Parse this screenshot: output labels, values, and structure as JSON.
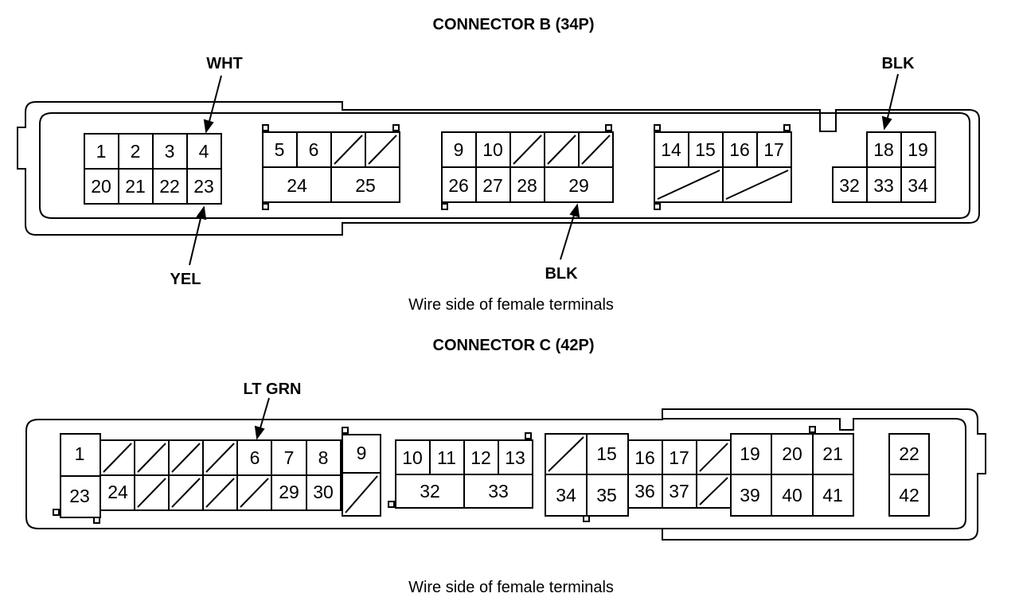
{
  "connector_b": {
    "title": "CONNECTOR B (34P)",
    "caption": "Wire side of female terminals",
    "wire_colors": {
      "pin4": "WHT",
      "pin23": "YEL",
      "pin29": "BLK",
      "pin18": "BLK"
    },
    "pins": [
      "1",
      "2",
      "3",
      "4",
      "20",
      "21",
      "22",
      "23",
      "5",
      "6",
      "24",
      "25",
      "9",
      "10",
      "26",
      "27",
      "28",
      "29",
      "14",
      "15",
      "16",
      "17",
      "18",
      "19",
      "32",
      "33",
      "34"
    ]
  },
  "connector_c": {
    "title": "CONNECTOR C (42P)",
    "caption": "Wire side of female terminals",
    "wire_colors": {
      "pin6": "LT GRN"
    },
    "pins": [
      "1",
      "23",
      "24",
      "6",
      "7",
      "8",
      "29",
      "30",
      "9",
      "10",
      "11",
      "12",
      "13",
      "32",
      "33",
      "15",
      "16",
      "17",
      "34",
      "35",
      "36",
      "37",
      "19",
      "20",
      "21",
      "39",
      "40",
      "41",
      "22",
      "42"
    ]
  },
  "colors": {
    "line": "#000000",
    "background": "#ffffff"
  }
}
